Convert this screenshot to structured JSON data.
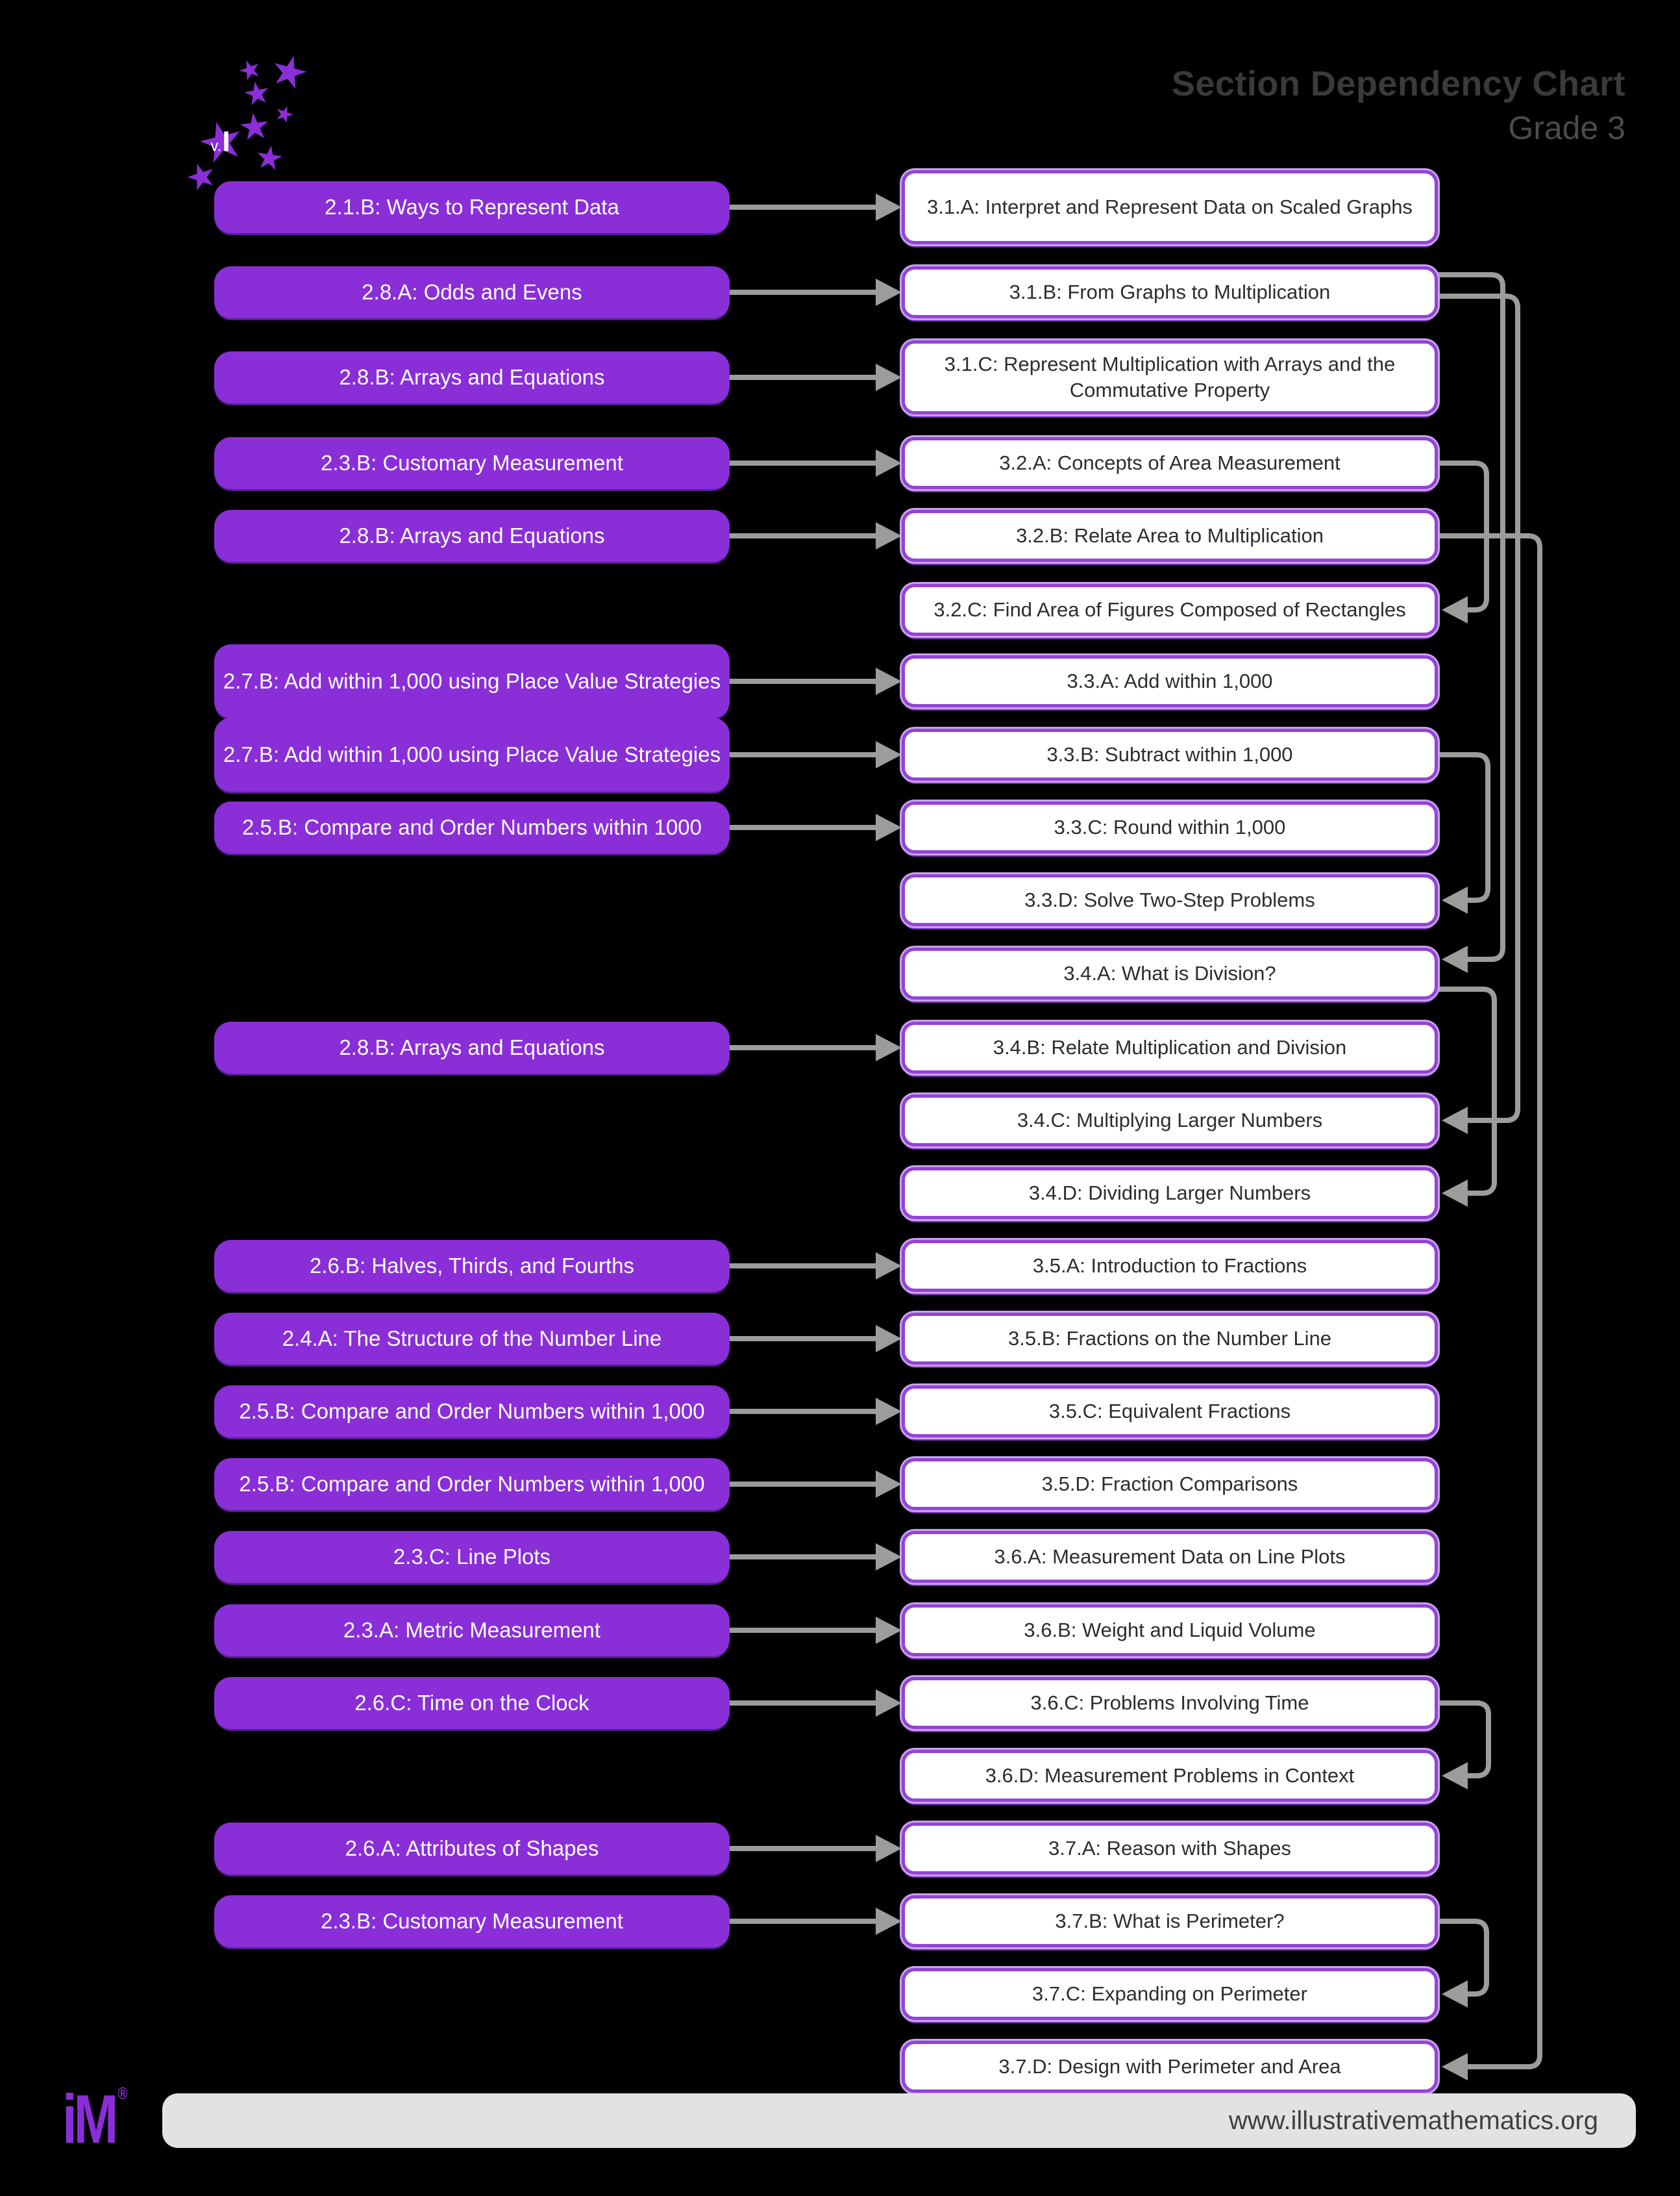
{
  "header": {
    "title": "Section Dependency Chart",
    "subtitle": "Grade 3"
  },
  "logo": {
    "star_badge_prefix": "v.",
    "star_badge_suffix": "I"
  },
  "icons": {
    "star": "★"
  },
  "colors": {
    "background": "#000000",
    "purple_box": "#8a2ed8",
    "white_box_border": "#9343d6",
    "arrow_gray": "#9c9c9c",
    "title_gray": "#3a3a3c",
    "footer_bar": "#e3e2e3"
  },
  "rows": [
    {
      "id": "3.1.A",
      "left": "2.1.B: Ways to Represent Data",
      "right": "3.1.A: Interpret and Represent Data on Scaled Graphs"
    },
    {
      "id": "3.1.B",
      "left": "2.8.A: Odds and Evens",
      "right": "3.1.B: From Graphs to Multiplication"
    },
    {
      "id": "3.1.C",
      "left": "2.8.B: Arrays and Equations",
      "right": "3.1.C: Represent Multiplication with Arrays and the Commutative Property"
    },
    {
      "id": "3.2.A",
      "left": "2.3.B: Customary Measurement",
      "right": "3.2.A: Concepts of Area Measurement"
    },
    {
      "id": "3.2.B",
      "left": "2.8.B: Arrays and Equations",
      "right": "3.2.B: Relate Area to Multiplication"
    },
    {
      "id": "3.2.C",
      "left": null,
      "right": "3.2.C: Find Area of Figures Composed of Rectangles"
    },
    {
      "id": "3.3.A",
      "left": "2.7.B: Add within 1,000 using Place Value Strategies",
      "right": "3.3.A: Add within 1,000"
    },
    {
      "id": "3.3.B",
      "left": "2.7.B: Add within 1,000 using Place Value Strategies",
      "right": "3.3.B: Subtract within 1,000"
    },
    {
      "id": "3.3.C",
      "left": "2.5.B: Compare and Order Numbers within 1000",
      "right": "3.3.C: Round within 1,000"
    },
    {
      "id": "3.3.D",
      "left": null,
      "right": "3.3.D: Solve Two-Step Problems"
    },
    {
      "id": "3.4.A",
      "left": null,
      "right": "3.4.A: What is Division?"
    },
    {
      "id": "3.4.B",
      "left": "2.8.B: Arrays and Equations",
      "right": "3.4.B: Relate Multiplication and Division"
    },
    {
      "id": "3.4.C",
      "left": null,
      "right": "3.4.C: Multiplying Larger Numbers"
    },
    {
      "id": "3.4.D",
      "left": null,
      "right": "3.4.D: Dividing Larger Numbers"
    },
    {
      "id": "3.5.A",
      "left": "2.6.B: Halves, Thirds, and Fourths",
      "right": "3.5.A: Introduction to Fractions"
    },
    {
      "id": "3.5.B",
      "left": "2.4.A: The Structure of the Number Line",
      "right": "3.5.B: Fractions on the Number Line"
    },
    {
      "id": "3.5.C",
      "left": "2.5.B: Compare and Order Numbers within 1,000",
      "right": "3.5.C: Equivalent Fractions"
    },
    {
      "id": "3.5.D",
      "left": "2.5.B: Compare and Order Numbers within 1,000",
      "right": "3.5.D: Fraction Comparisons"
    },
    {
      "id": "3.6.A",
      "left": "2.3.C: Line Plots",
      "right": "3.6.A: Measurement Data on Line Plots"
    },
    {
      "id": "3.6.B",
      "left": "2.3.A: Metric Measurement",
      "right": "3.6.B: Weight and Liquid Volume"
    },
    {
      "id": "3.6.C",
      "left": "2.6.C: Time on the Clock",
      "right": "3.6.C: Problems Involving Time"
    },
    {
      "id": "3.6.D",
      "left": null,
      "right": "3.6.D: Measurement Problems in Context"
    },
    {
      "id": "3.7.A",
      "left": "2.6.A: Attributes of Shapes",
      "right": "3.7.A: Reason with Shapes"
    },
    {
      "id": "3.7.B",
      "left": "2.3.B: Customary Measurement",
      "right": "3.7.B: What is Perimeter?"
    },
    {
      "id": "3.7.C",
      "left": null,
      "right": "3.7.C: Expanding on Perimeter"
    },
    {
      "id": "3.7.D",
      "left": null,
      "right": "3.7.D: Design with Perimeter and Area"
    }
  ],
  "right_connectors": [
    {
      "from": "3.1.B",
      "to": "3.4.A"
    },
    {
      "from": "3.1.B",
      "to": "3.4.C"
    },
    {
      "from": "3.2.A",
      "to": "3.2.C"
    },
    {
      "from": "3.2.B",
      "to": "3.7.D"
    },
    {
      "from": "3.3.B",
      "to": "3.3.D"
    },
    {
      "from": "3.4.A",
      "to": "3.4.D"
    },
    {
      "from": "3.6.C",
      "to": "3.6.D"
    },
    {
      "from": "3.7.B",
      "to": "3.7.C"
    }
  ],
  "footer": {
    "url": "www.illustrativemathematics.org",
    "brand": "iM",
    "registered_mark": "®"
  }
}
